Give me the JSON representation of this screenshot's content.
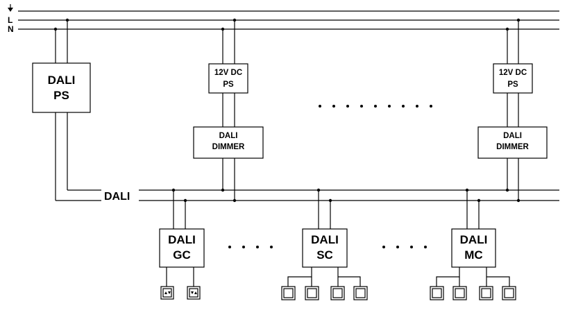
{
  "rails": {
    "earth": "⏚",
    "line": "L",
    "neutral": "N"
  },
  "bus_label": "DALI",
  "dali_ps": {
    "line1": "DALI",
    "line2": "PS"
  },
  "dc_ps_1": {
    "line1": "12V DC",
    "line2": "PS"
  },
  "dc_ps_2": {
    "line1": "12V DC",
    "line2": "PS"
  },
  "dimmer_1": {
    "line1": "DALI",
    "line2": "DIMMER"
  },
  "dimmer_2": {
    "line1": "DALI",
    "line2": "DIMMER"
  },
  "gc": {
    "line1": "DALI",
    "line2": "GC"
  },
  "sc": {
    "line1": "DALI",
    "line2": "SC"
  },
  "mc": {
    "line1": "DALI",
    "line2": "MC"
  },
  "blind_switch_icon": "blind-switch-icon",
  "push_button_icon": "push-button-icon"
}
